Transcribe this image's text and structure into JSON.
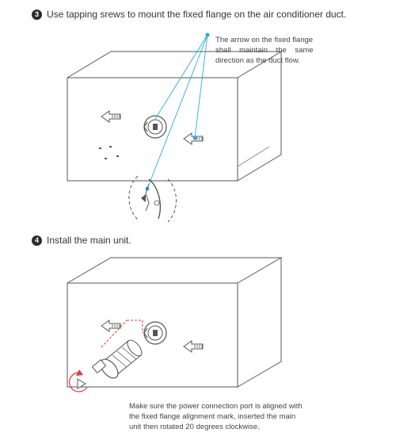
{
  "steps": [
    {
      "badge": "3",
      "text": "Use tapping srews to mount the fixed flange on the air conditioner duct.",
      "note_lines": [
        "The arrow on the fixed flange",
        "shall    maintain    the    same",
        "direction as the duct flow."
      ]
    },
    {
      "badge": "4",
      "text": "Install the main unit.",
      "note_lines": [
        "Make sure the power connection port is aligned with",
        "the fixed flange alignment mark, inserted the main",
        "unit then rotated 20 degrees clockwise."
      ]
    }
  ],
  "colors": {
    "line": "#555555",
    "leader": "#29abe2",
    "alignment": "#e53935",
    "badge": "#2b2b2b"
  },
  "icons": [
    "arrow-icon",
    "flange-icon",
    "screw-icon",
    "rotate-icon",
    "main-unit-icon"
  ]
}
